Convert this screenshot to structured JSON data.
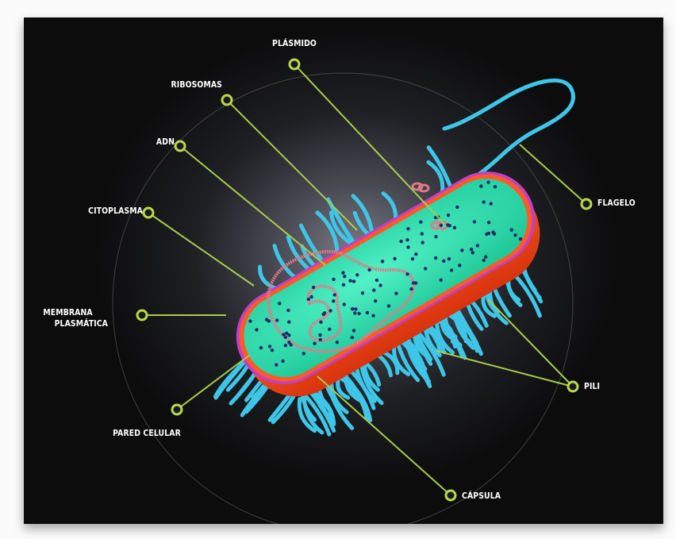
{
  "diagram": {
    "labels": {
      "plasmido": "PLÁSMIDO",
      "ribosomas": "RIBOSOMAS",
      "adn": "ADN",
      "citoplasma": "CITOPLASMA",
      "membrana_line1": "MEMBRANA",
      "membrana_line2": "PLASMÁTICA",
      "pared_celular": "PARED CELULAR",
      "capsula": "CÁPSULA",
      "pili": "PILI",
      "flagelo": "FLAGELO"
    },
    "colors": {
      "background": "#0c0c0d",
      "cytoplasm": "#2ee6b0",
      "capsule": "#ff4a1c",
      "membrane": "#c040c8",
      "pili": "#3ec6e8",
      "dna": "#e07a8a",
      "ribosome": "#1f2a6a",
      "leader_line": "#a8cc4c",
      "label_text": "#ffffff"
    }
  }
}
